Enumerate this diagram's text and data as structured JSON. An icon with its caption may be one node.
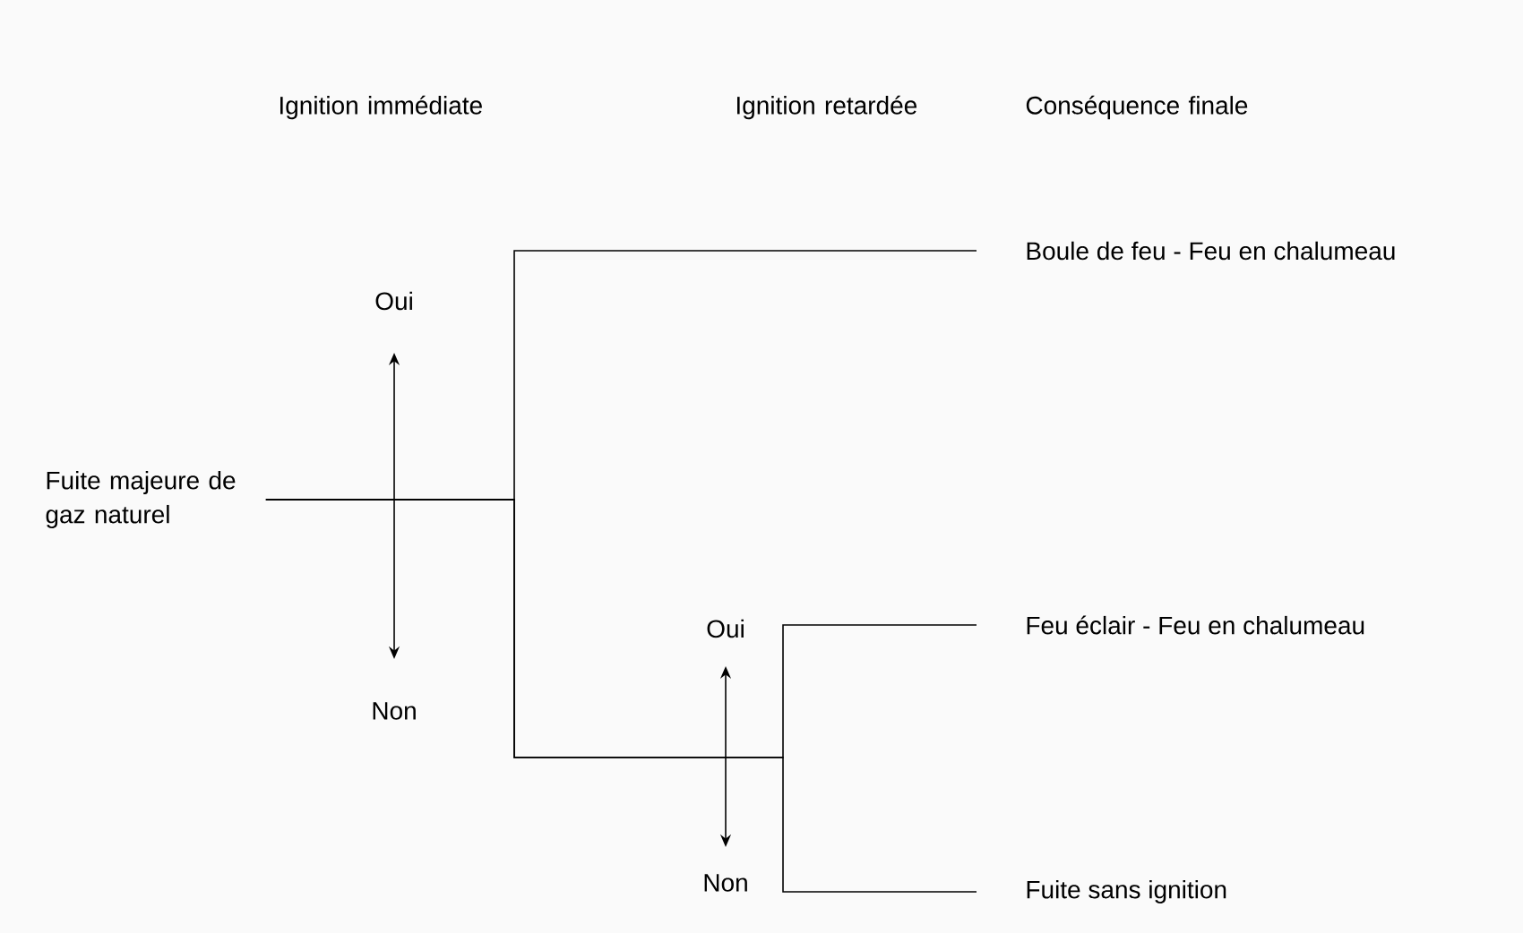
{
  "diagram": {
    "nodes": [
      {
        "text": [
          "Fuite majeure de gaz naturel"
        ]
      },
      {
        "text": [
          "Boule de feu - Feu en chalumeau"
        ]
      },
      {
        "text": [
          "Feu éclair - Feu en chalumeau"
        ]
      },
      {
        "text": [
          "Fuite sans ignition"
        ]
      }
    ],
    "edges": [
      {
        "from": 0,
        "to": 1,
        "arrow": "none"
      },
      {
        "from": 0,
        "to": 2,
        "arrow": "none"
      },
      {
        "from": 0,
        "to": 3,
        "arrow": "none"
      }
    ],
    "labels": [
      "Ignition immédiate",
      "Ignition retardée",
      "Conséquence finale",
      "Oui",
      "Non",
      "Oui",
      "Non"
    ]
  }
}
